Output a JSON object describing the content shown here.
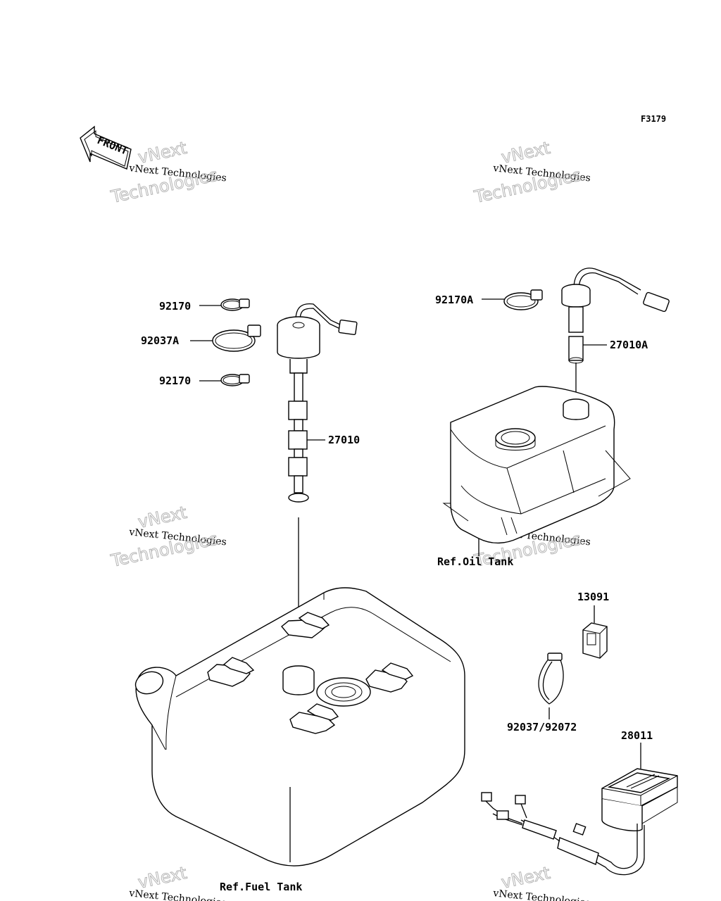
{
  "figure_id": "F3179",
  "front_arrow": {
    "label": "FRONT",
    "icon": "front-arrow-icon"
  },
  "watermark": {
    "line1": "vNext Technologies",
    "line2": "vNext",
    "line3": "Technologies"
  },
  "callouts": {
    "p92170_top": "92170",
    "p92037A": "92037A",
    "p92170_bottom": "92170",
    "p27010": "27010",
    "p92170A": "92170A",
    "p27010A": "27010A",
    "p13091": "13091",
    "p92037_92072": "92037/92072",
    "p28011": "28011"
  },
  "references": {
    "oil_tank": "Ref.Oil Tank",
    "fuel_tank": "Ref.Fuel Tank"
  }
}
